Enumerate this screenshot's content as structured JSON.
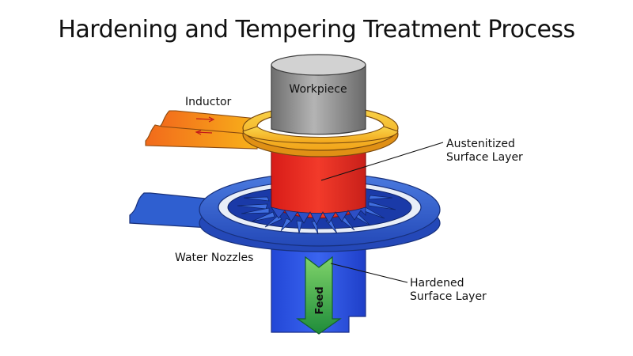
{
  "title": "Hardening and Tempering Treatment Process",
  "labels": {
    "inductor": "Inductor",
    "workpiece": "Workpiece",
    "austenitized_line1": "Austenitized",
    "austenitized_line2": "Surface Layer",
    "water_nozzles": "Water Nozzles",
    "hardened_line1": "Hardened",
    "hardened_line2": "Surface Layer",
    "feed": "Feed"
  },
  "colors": {
    "workpiece_gray": "#8c8c8c",
    "austenitized_red": "#e8261f",
    "hardened_blue": "#2e56e6",
    "inductor_orange": "#f7a21b",
    "inductor_yellow": "#f6c21a",
    "nozzle_blue": "#2f5fd0",
    "feed_green": "#2fa84a"
  }
}
